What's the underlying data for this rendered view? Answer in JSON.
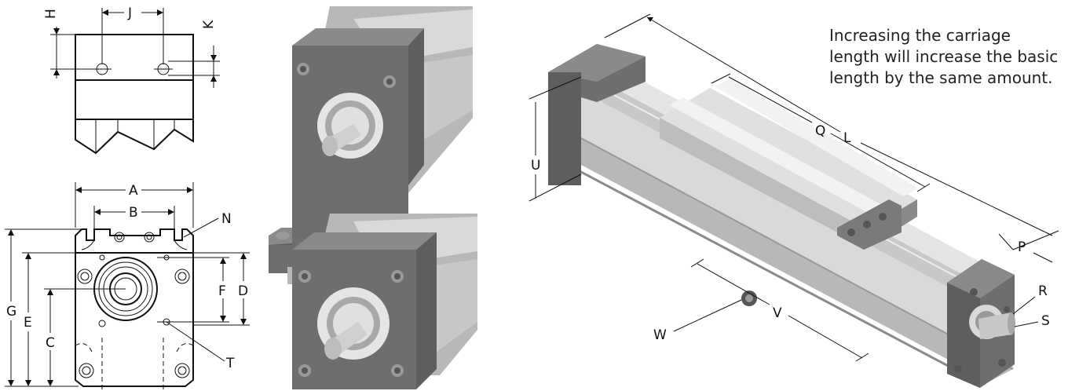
{
  "note": {
    "line1": "Increasing the carriage",
    "line2": "length will increase the basic",
    "line3": "length by the same amount."
  },
  "labels": {
    "H": "H",
    "J": "J",
    "K": "K",
    "A": "A",
    "B": "B",
    "N": "N",
    "G": "G",
    "E": "E",
    "C": "C",
    "F": "F",
    "D": "D",
    "T": "T",
    "Q": "Q",
    "L": "L",
    "U": "U",
    "W": "W",
    "V": "V",
    "P": "P",
    "R": "R",
    "S": "S"
  },
  "colors": {
    "housing_dark": "#6e6e6e",
    "housing_mid": "#8a8a8a",
    "rail_light": "#d9d9d9",
    "rail_mid": "#b8b8b8",
    "line": "#111111"
  }
}
